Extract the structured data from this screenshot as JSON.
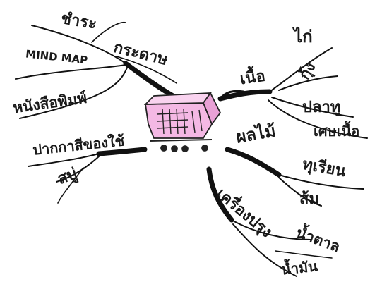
{
  "mindmap": {
    "center": {
      "icon": "shopping-cart-icon",
      "cart_color": "#f4b8e4"
    },
    "branches": [
      {
        "id": "paper",
        "label": "กระดาษ",
        "children": [
          "ชำระ",
          "MIND MAP",
          "หนังสือพิมพ์"
        ]
      },
      {
        "id": "meat",
        "label": "เนื้อ",
        "children": [
          "ไก่",
          "กุ้ง",
          "ปลาทู",
          "เศษเนื้อ"
        ]
      },
      {
        "id": "supplies",
        "label": "ปากกาสีของใช้",
        "children": [
          "สบู่"
        ]
      },
      {
        "id": "fruit",
        "label": "ผลไม้",
        "children": [
          "ทุเรียน",
          "ส้ม"
        ]
      },
      {
        "id": "seasoning",
        "label": "เครื่องปรุง",
        "children": [
          "น้ำตาล",
          "น้ำมัน"
        ]
      }
    ]
  }
}
